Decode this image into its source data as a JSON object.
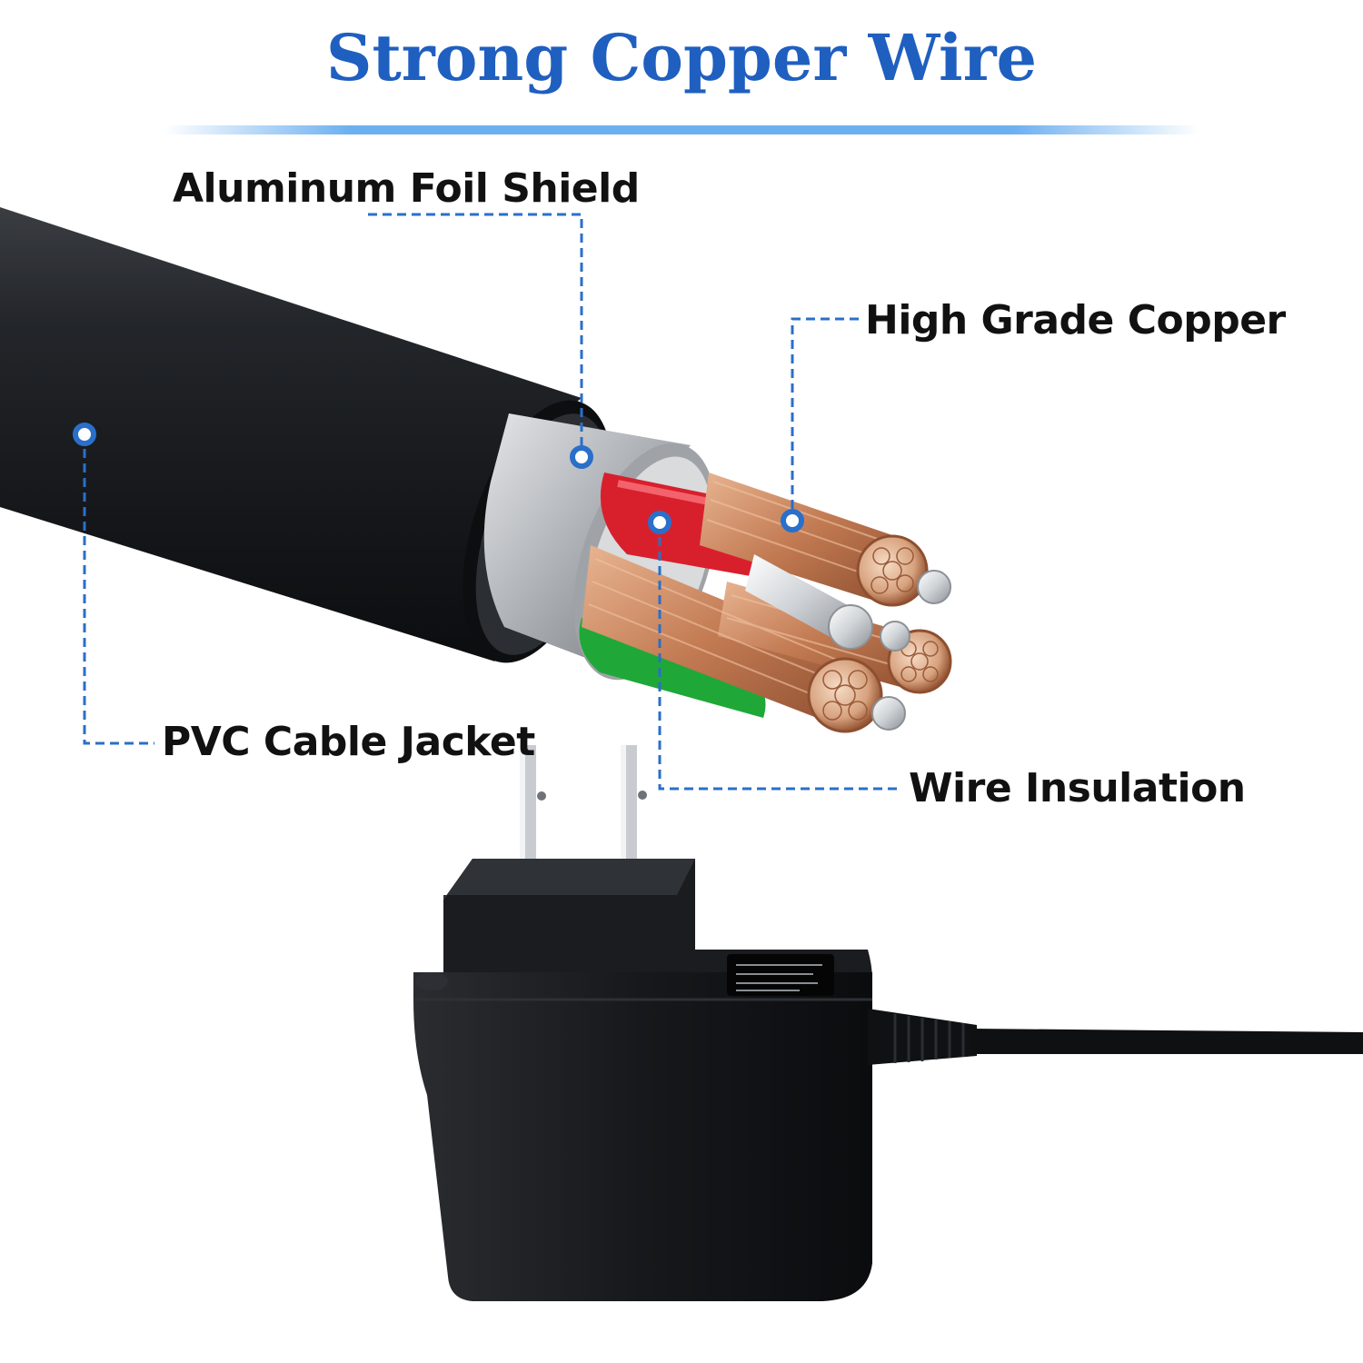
{
  "title": "Strong Copper Wire",
  "callouts": {
    "foil": "Aluminum Foil Shield",
    "copper": "High Grade Copper",
    "jacket": "PVC Cable Jacket",
    "insulation": "Wire Insulation"
  },
  "colors": {
    "accent": "#1f5fc0",
    "leader": "#2a6fc9",
    "jacket": "#1b1d20",
    "foil": "#b9bcc0",
    "copper": "#c9875f",
    "red_insulation": "#d8202c",
    "green_insulation": "#1fa838"
  }
}
